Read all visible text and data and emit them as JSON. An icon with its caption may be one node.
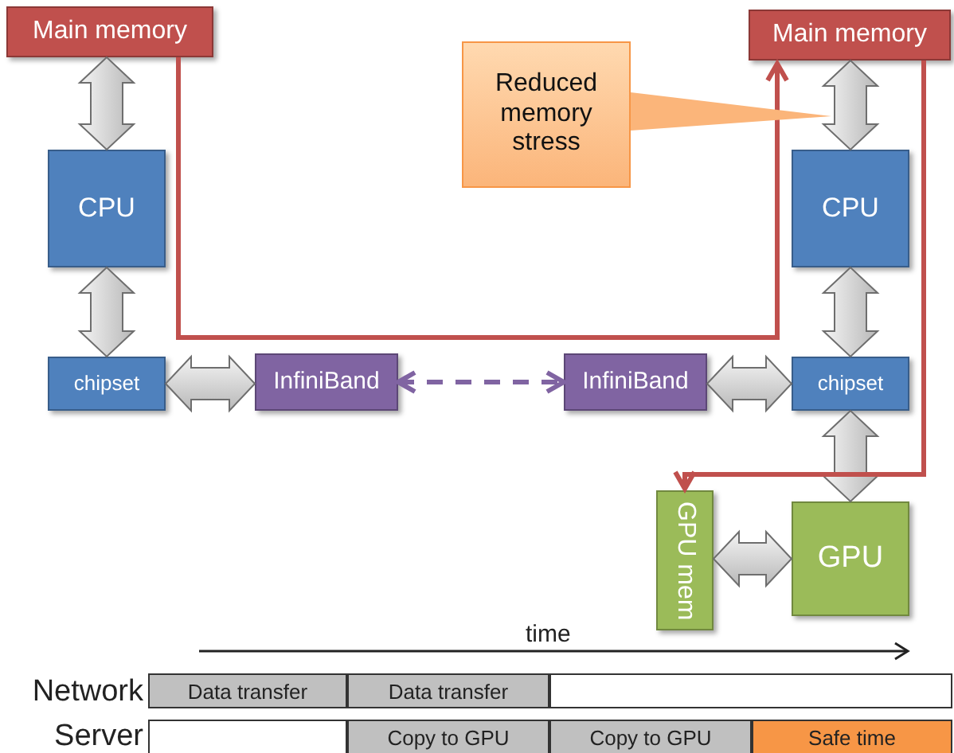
{
  "diagram": {
    "nodes": [
      {
        "text": [
          "Main memory"
        ]
      },
      {
        "text": [
          "CPU"
        ]
      },
      {
        "text": [
          "chipset"
        ]
      },
      {
        "text": [
          "InfiniBand"
        ]
      },
      {
        "text": [
          "InfiniBand"
        ]
      },
      {
        "text": [
          "chipset"
        ]
      },
      {
        "text": [
          "CPU"
        ]
      },
      {
        "text": [
          "Main memory"
        ]
      },
      {
        "text": [
          "GPU"
        ]
      },
      {
        "text": [
          "GPU mem"
        ]
      },
      {
        "text": [
          "Reduced memory stress"
        ]
      }
    ],
    "edges": [
      {
        "from": 0,
        "to": 1,
        "arrow": "both",
        "style": "thick"
      },
      {
        "from": 1,
        "to": 2,
        "arrow": "both",
        "style": "thick"
      },
      {
        "from": 2,
        "to": 3,
        "arrow": "both",
        "style": "thick"
      },
      {
        "from": 3,
        "to": 4,
        "arrow": "both",
        "style": "dashed",
        "color": "#8064a2"
      },
      {
        "from": 4,
        "to": 5,
        "arrow": "both",
        "style": "thick"
      },
      {
        "from": 7,
        "to": 6,
        "arrow": "both",
        "style": "thick"
      },
      {
        "from": 6,
        "to": 5,
        "arrow": "both",
        "style": "thick"
      },
      {
        "from": 5,
        "to": 8,
        "arrow": "both",
        "style": "thick"
      },
      {
        "from": 8,
        "to": 9,
        "arrow": "both",
        "style": "thick"
      },
      {
        "from": 0,
        "to": 7,
        "arrow": "to",
        "color": "#c0504d"
      },
      {
        "from": 7,
        "to": 9,
        "arrow": "to",
        "color": "#c0504d"
      },
      {
        "from": 10,
        "to": null,
        "arrow": "to",
        "color": "#fbb57a"
      }
    ],
    "labels": [
      "time",
      "Network",
      "Data transfer",
      "Data transfer",
      "Server",
      "Copy to GPU",
      "Copy to GPU",
      "Safe time"
    ]
  }
}
